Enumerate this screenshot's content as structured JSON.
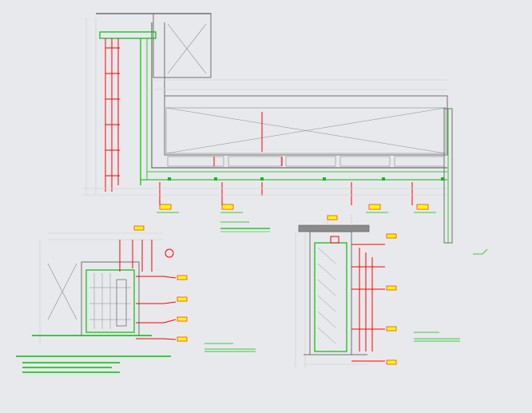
{
  "drawing": {
    "background": "#e8e9ec",
    "colors": {
      "outline": "#6f6f6f",
      "dimension": "#d4d4d4",
      "structure": "#00c000",
      "annotation": "#ff0000",
      "tag_fill": "#ffff00",
      "note_text": "#00c000",
      "cross_hatch": "#8a8a8a"
    },
    "views": [
      {
        "id": "plan-view",
        "kind": "plan section"
      },
      {
        "id": "detail-left",
        "kind": "vertical section detail"
      },
      {
        "id": "detail-right",
        "kind": "vertical section detail"
      }
    ],
    "notes_left": "",
    "notes_right": ""
  }
}
